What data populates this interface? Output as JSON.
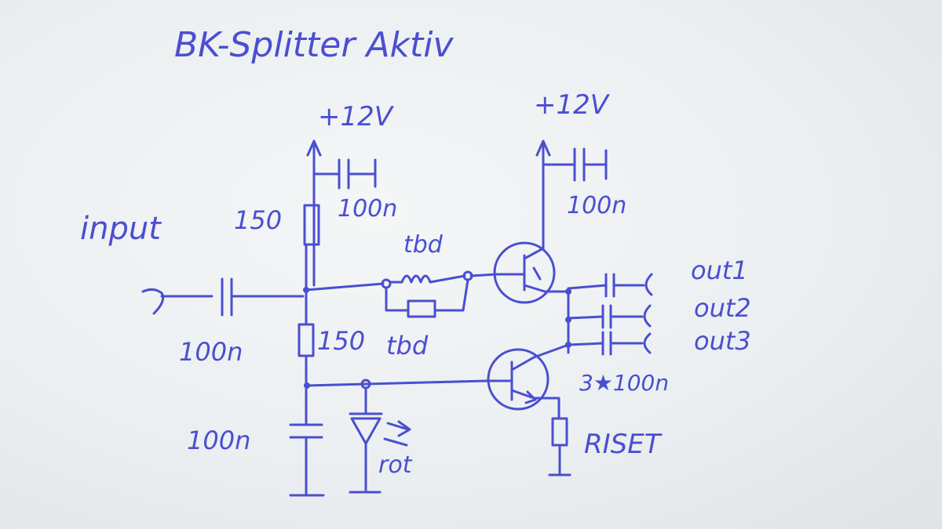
{
  "title": "BK-Splitter Aktiv",
  "labels": {
    "supply_left": "+12V",
    "supply_right": "+12V",
    "cap_left_top": "100n",
    "cap_right_top": "100n",
    "input": "input",
    "r_top": "150",
    "r_bottom": "150",
    "cap_input": "100n",
    "inductor": "tbd",
    "inductor_parallel": "tbd",
    "out1": "out1",
    "out2": "out2",
    "out3": "out3",
    "out_caps": "3★100n",
    "cap_bottom": "100n",
    "led": "rot",
    "rset": "RISET"
  },
  "colors": {
    "ink": "#4a4fd0",
    "paper": "#eef1f2"
  }
}
